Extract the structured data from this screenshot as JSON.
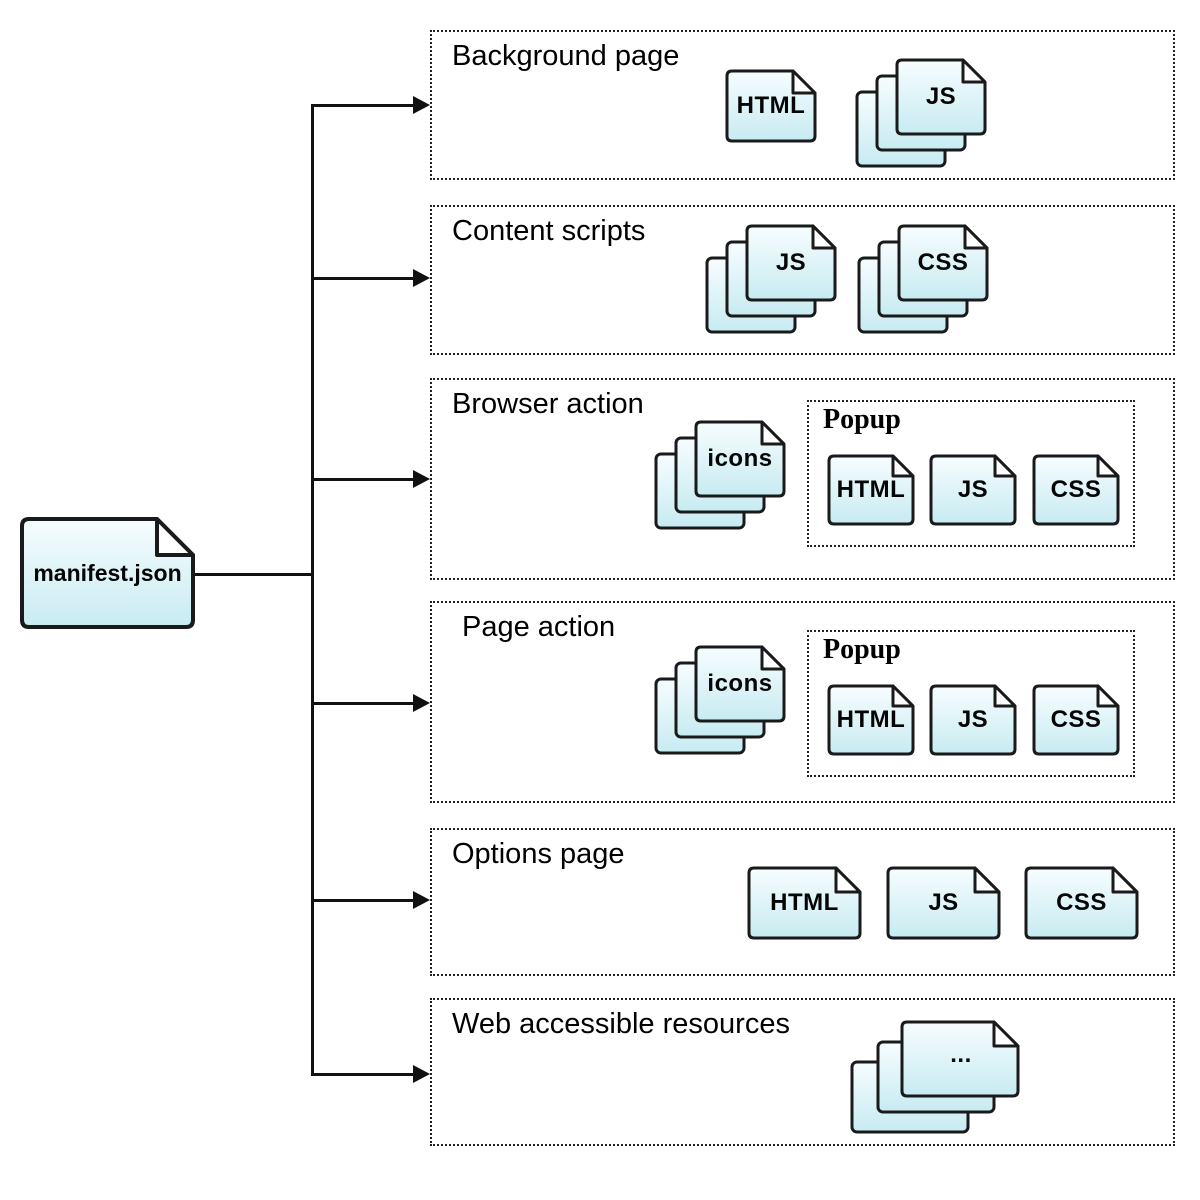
{
  "root_file": {
    "label": "manifest.json"
  },
  "sections": {
    "background": {
      "title": "Background page"
    },
    "content_scripts": {
      "title": "Content scripts"
    },
    "browser_action": {
      "title": "Browser action",
      "popup_title": "Popup"
    },
    "page_action": {
      "title": "Page action",
      "popup_title": "Popup"
    },
    "options": {
      "title": "Options page"
    },
    "web_accessible": {
      "title": "Web accessible resources"
    }
  },
  "file_labels": {
    "html": "HTML",
    "js": "JS",
    "css": "CSS",
    "icons": "icons",
    "more": "..."
  },
  "colors": {
    "line": "#111111",
    "border": "#1a1a1a",
    "box_border": "#222222",
    "text": "#000000",
    "doc_fill_top": "#f7fdfe",
    "doc_fill_bottom": "#c7ebf2"
  }
}
